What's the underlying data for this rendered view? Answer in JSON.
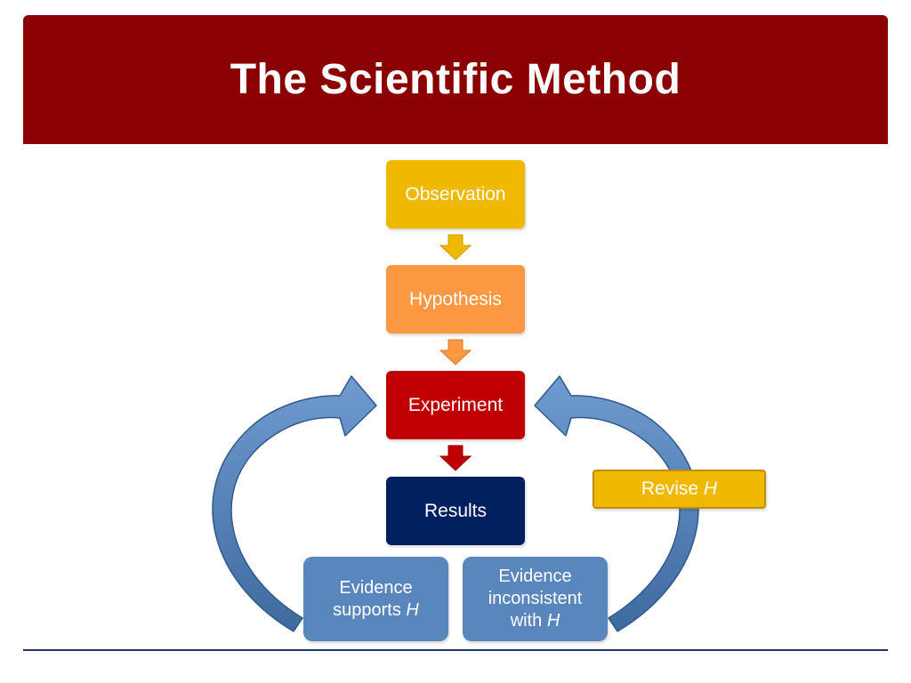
{
  "title": "The Scientific Method",
  "steps": {
    "observation": "Observation",
    "hypothesis": "Hypothesis",
    "experiment": "Experiment",
    "results": "Results"
  },
  "outcomes": {
    "supports": {
      "line1": "Evidence",
      "line2": "supports ",
      "var": "H"
    },
    "inconsistent": {
      "line1": "Evidence",
      "line2": "inconsistent",
      "line3": "with ",
      "var": "H"
    }
  },
  "revise": {
    "label": "Revise ",
    "var": "H"
  },
  "colors": {
    "banner": "#8b0000",
    "observation": "#f0b800",
    "hypothesis": "#fb9841",
    "experiment": "#c00000",
    "results": "#002060",
    "evidence": "#5a86be",
    "loop_arrow": "#4f81bd"
  }
}
